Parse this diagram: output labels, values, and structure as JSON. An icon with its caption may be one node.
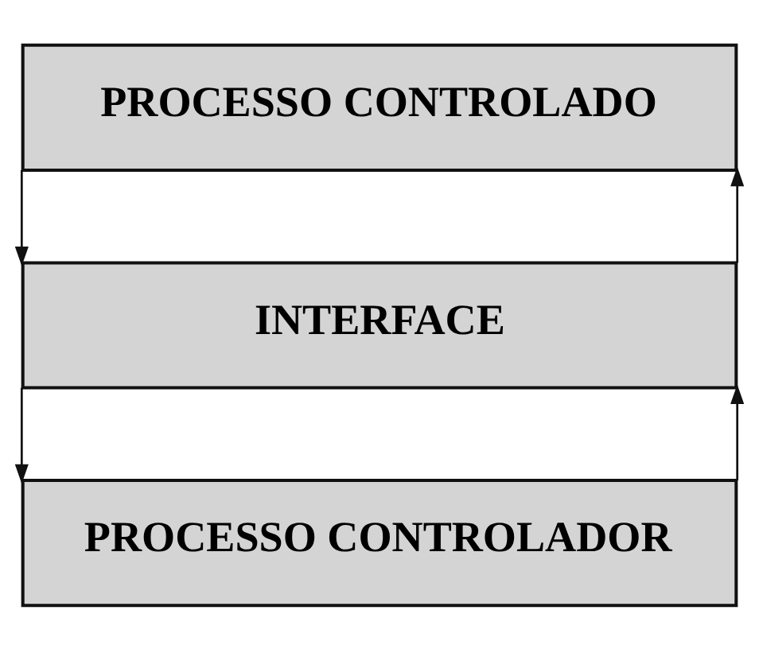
{
  "diagram": {
    "nodes": [
      {
        "text": [
          "PROCESSO CONTROLADO"
        ]
      },
      {
        "text": [
          "INTERFACE"
        ]
      },
      {
        "text": [
          "PROCESSO CONTROLADOR"
        ]
      }
    ],
    "edges": [
      {
        "from": 0,
        "to": 1,
        "arrow": "to"
      },
      {
        "from": 1,
        "to": 0,
        "arrow": "to"
      },
      {
        "from": 1,
        "to": 2,
        "arrow": "to"
      },
      {
        "from": 2,
        "to": 1,
        "arrow": "to"
      }
    ]
  }
}
